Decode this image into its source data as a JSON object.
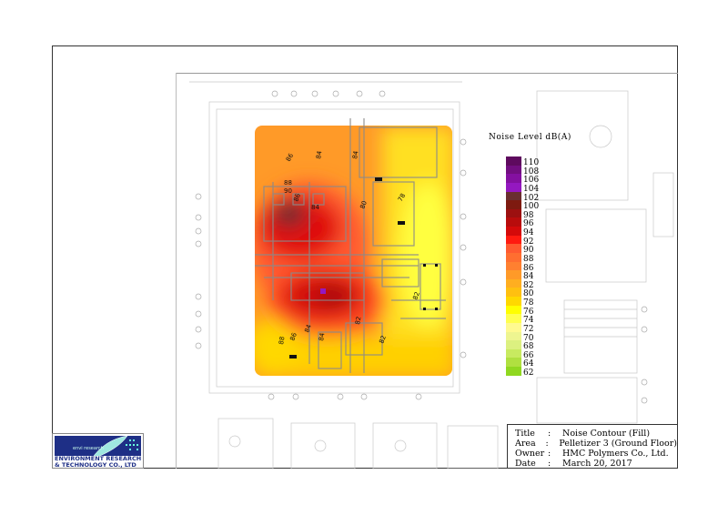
{
  "legend": {
    "title": "Noise Level dB(A)",
    "levels": [
      "110",
      "108",
      "106",
      "104",
      "102",
      "100",
      "98",
      "96",
      "94",
      "92",
      "90",
      "88",
      "86",
      "84",
      "82",
      "80",
      "78",
      "76",
      "74",
      "72",
      "70",
      "68",
      "66",
      "64",
      "62"
    ],
    "colors": [
      "#5e0a5e",
      "#720e80",
      "#8410a0",
      "#9418c0",
      "#6a2e30",
      "#7e1a10",
      "#9c1010",
      "#b80c0c",
      "#d40a0a",
      "#ff1a10",
      "#ff5a30",
      "#ff6e30",
      "#ff8030",
      "#ff9a28",
      "#ffae20",
      "#ffc010",
      "#ffd800",
      "#ffff00",
      "#ffff50",
      "#fffa90",
      "#eef590",
      "#dcf080",
      "#c8ea60",
      "#b0e040",
      "#90d820"
    ]
  },
  "title_block": {
    "rows": [
      {
        "key": "Title",
        "value": "Noise Contour (Fill)"
      },
      {
        "key": "Area",
        "value": "Pelletizer 3 (Ground Floor)"
      },
      {
        "key": "Owner",
        "value": "HMC Polymers Co., Ltd."
      },
      {
        "key": "Date",
        "value": "March 20, 2017"
      }
    ]
  },
  "logo": {
    "tagline": "envi research",
    "company": "ENVIRONMENT RESEARCH & TECHNOLOGY CO., LTD"
  },
  "contour_labels": [
    "86",
    "84",
    "84",
    "80",
    "78",
    "88",
    "90",
    "86",
    "84",
    "82",
    "82",
    "84",
    "86",
    "88",
    "84",
    "82"
  ]
}
